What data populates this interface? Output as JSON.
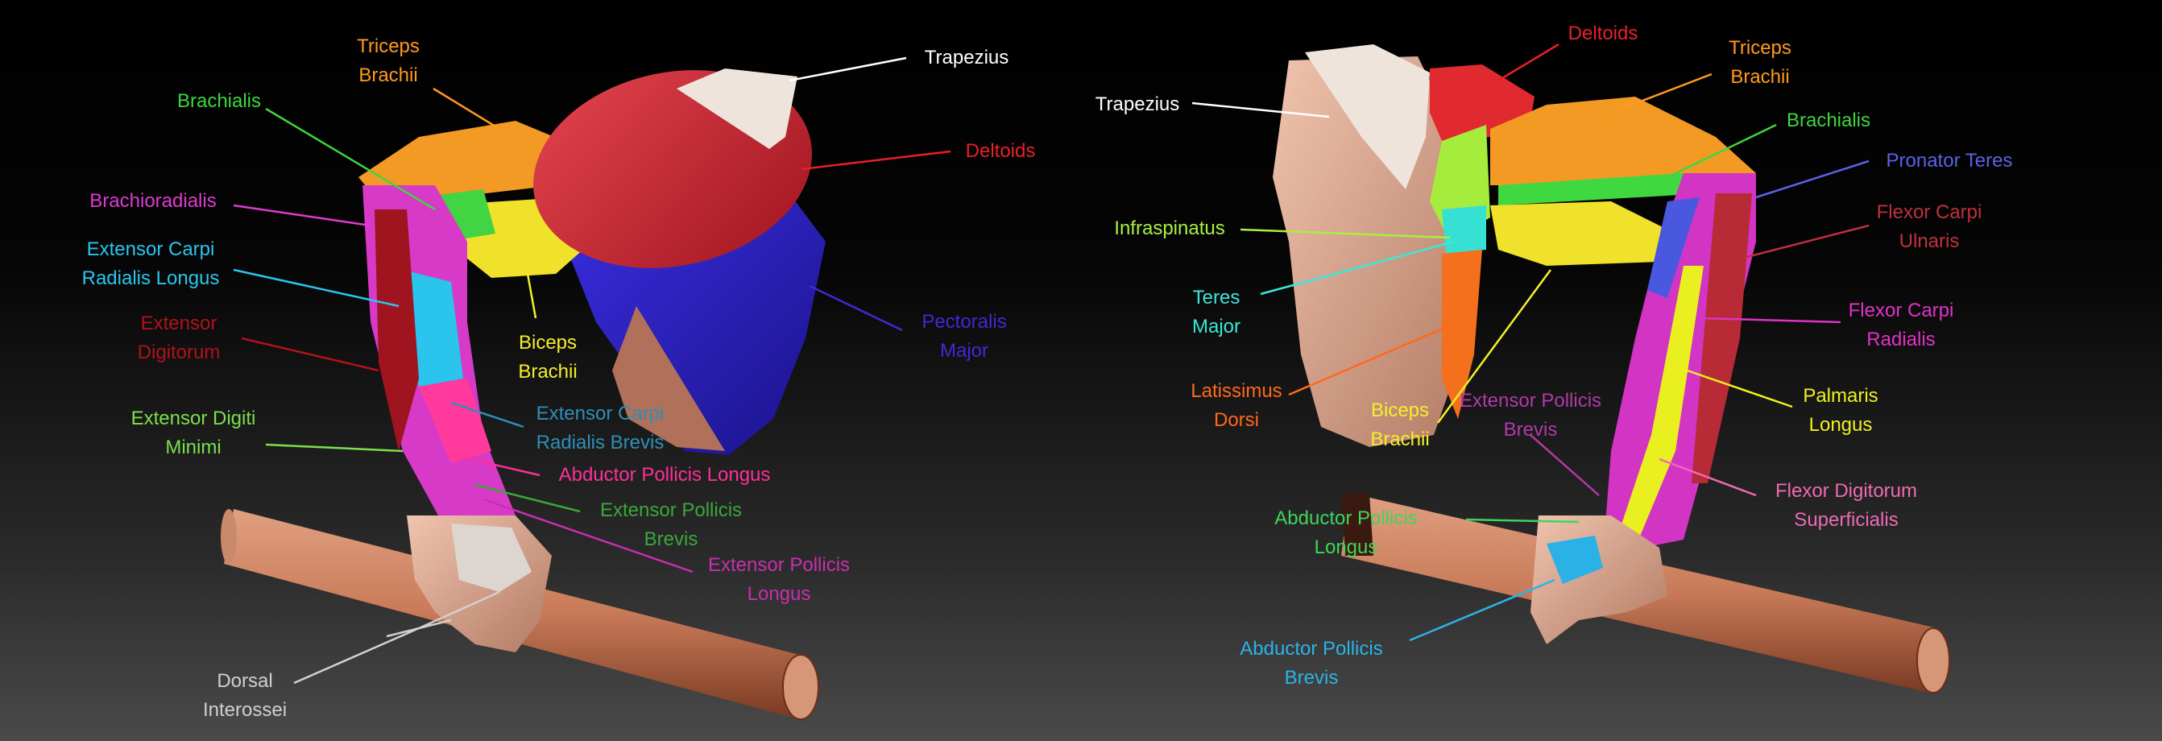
{
  "left_view": {
    "labels": {
      "triceps": "Triceps\nBrachii",
      "trapezius": "Trapezius",
      "brachialis": "Brachialis",
      "deltoids": "Deltoids",
      "brachioradialis": "Brachioradialis",
      "ecrl": "Extensor Carpi\nRadialis Longus",
      "pectoralis": "Pectoralis\nMajor",
      "ext_digitorum": "Extensor\nDigitorum",
      "biceps": "Biceps\nBrachii",
      "ext_digiti_minimi": "Extensor Digiti\nMinimi",
      "ecrb": "Extensor Carpi\nRadialis Brevis",
      "apl": "Abductor Pollicis Longus",
      "epb": "Extensor Pollicis\nBrevis",
      "epl": "Extensor Pollicis\nLongus",
      "dorsal": "Dorsal\nInterossei"
    }
  },
  "right_view": {
    "labels": {
      "deltoids": "Deltoids",
      "triceps": "Triceps\nBrachii",
      "trapezius": "Trapezius",
      "brachialis": "Brachialis",
      "pronator": "Pronator Teres",
      "fcu": "Flexor Carpi\nUlnaris",
      "infraspinatus": "Infraspinatus",
      "teres": "Teres\nMajor",
      "fcr": "Flexor Carpi\nRadialis",
      "latissimus": "Latissimus\nDorsi",
      "palmaris": "Palmaris\nLongus",
      "biceps": "Biceps\nBrachii",
      "epb": "Extensor Pollicis\nBrevis",
      "fds": "Flexor Digitorum\nSuperficialis",
      "apl": "Abductor Pollicis\nLongus",
      "apb": "Abductor Pollicis\nBrevis"
    }
  },
  "colors": {
    "triceps": "#ff9a1f",
    "trapezius": "#ffffff",
    "brachialis": "#3ed63e",
    "deltoids": "#e8202a",
    "brachioradialis": "#e03ad0",
    "ecrl": "#29c6ee",
    "pectoralis": "#3d2bd6",
    "ext_digitorum": "#b0121c",
    "biceps": "#f4ef2a",
    "ext_digiti_minimi": "#7be04a",
    "ecrb": "#2e8fb8",
    "apl": "#ff2f9a",
    "epb": "#3aa83a",
    "epl": "#c82fb0",
    "dorsal": "#d0d0d0",
    "pronator": "#5a62e8",
    "fcu": "#c0303c",
    "infraspinatus": "#a8f040",
    "teres": "#3ae8d8",
    "fcr": "#e032c8",
    "latissimus": "#ff6a1a",
    "palmaris": "#f0f020",
    "fds": "#ee6ab4",
    "epb_r": "#b03aa8",
    "apl_r": "#3ed65a",
    "apb": "#2ab4e8"
  }
}
